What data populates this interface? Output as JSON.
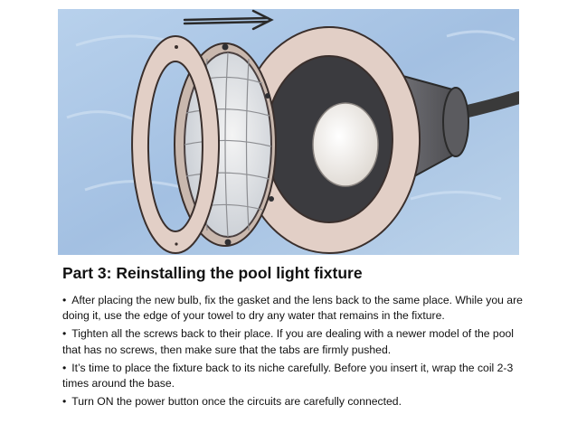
{
  "slide": {
    "title": "Part 3: Reinstalling the pool light fixture",
    "bullets": [
      "After placing the new bulb, fix the gasket and the lens back to the same place. While you are doing it, use the edge of your towel to dry any water that remains in the fixture.",
      "Tighten all the screws back to their place. If you are dealing with a newer model of the pool that has no screws, then make sure that the tabs are firmly pushed.",
      "It’s time to place the fixture back to its niche carefully. Before you insert it, wrap the coil 2-3 times around the base.",
      "Turn ON the power button once the circuits are carefully connected."
    ],
    "bullet_glyph": "•"
  },
  "illustration": {
    "subject": "exploded-view-pool-light-fixture",
    "colors": {
      "water": "#a9c6e6",
      "ring": "#e2cfc6",
      "ring_outline": "#3a2f2c",
      "housing": "#5a5a5e",
      "bulb": "#efeae4",
      "lens": "#d9dde2"
    }
  }
}
